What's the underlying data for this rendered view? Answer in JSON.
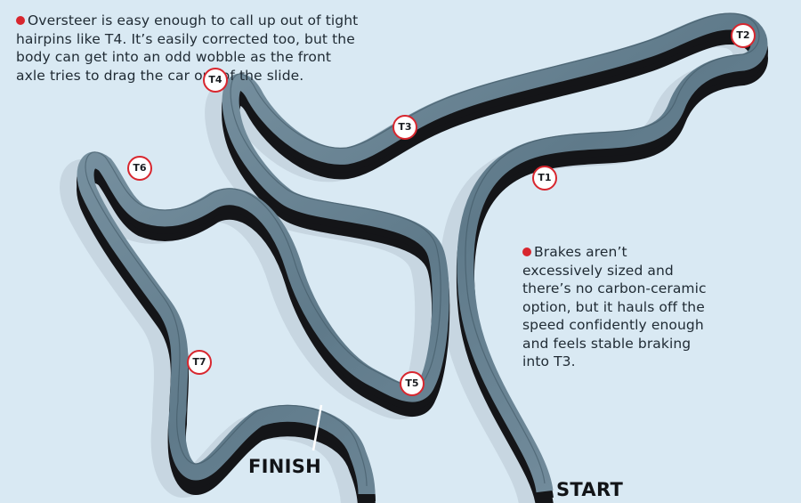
{
  "colors": {
    "background": "#d9e9f3",
    "track_surface": "#6c8797",
    "track_wall": "#141518",
    "marker_ring": "#d8262e",
    "bullet": "#d8262e"
  },
  "notes": {
    "oversteer": "Oversteer is easy enough to call up out of tight hairpins like T4. It’s easily corrected too, but the body can get into an odd wobble as the front axle tries to drag the car out of the slide.",
    "brakes": "Brakes aren’t excessively sized and there’s no carbon-ceramic option, but it hauls off the speed confidently enough and feels stable braking into T3."
  },
  "labels": {
    "finish": "FINISH",
    "start": "START"
  },
  "turns": [
    {
      "id": "T1",
      "label": "T1"
    },
    {
      "id": "T2",
      "label": "T2"
    },
    {
      "id": "T3",
      "label": "T3"
    },
    {
      "id": "T4",
      "label": "T4"
    },
    {
      "id": "T5",
      "label": "T5"
    },
    {
      "id": "T6",
      "label": "T6"
    },
    {
      "id": "T7",
      "label": "T7"
    }
  ]
}
